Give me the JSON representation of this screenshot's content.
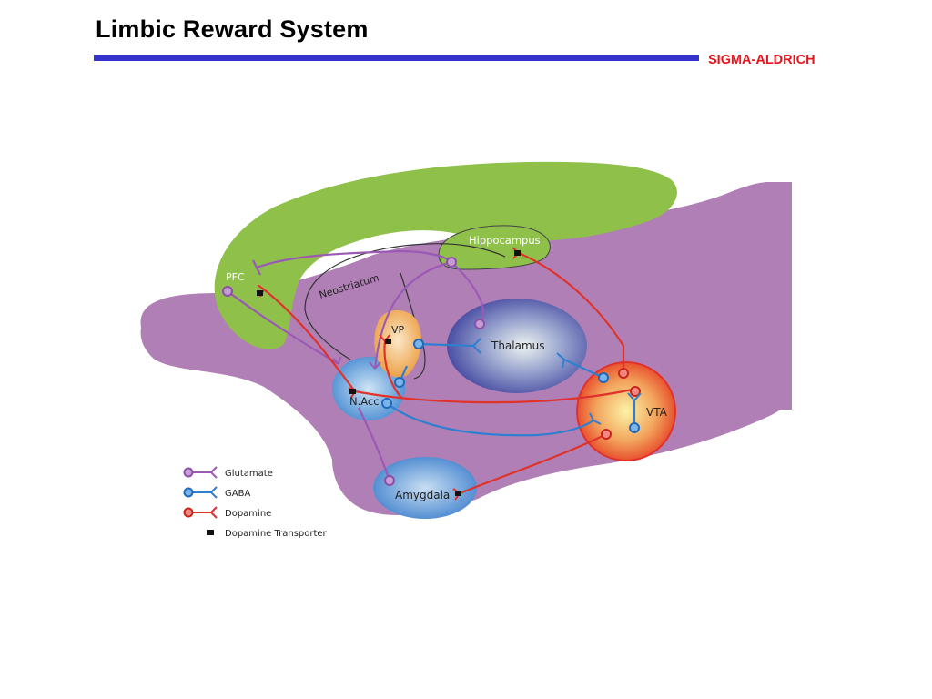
{
  "header": {
    "title": "Limbic Reward System",
    "brand": "SIGMA-ALDRICH"
  },
  "regions": {
    "pfc": "PFC",
    "hippocampus": "Hippocampus",
    "neostriatum": "Neostriatum",
    "vp": "VP",
    "thalamus": "Thalamus",
    "nacc": "N.Acc",
    "vta": "VTA",
    "amygdala": "Amygdala"
  },
  "legend": {
    "items": [
      {
        "label": "Glutamate",
        "color": "#9b59b6"
      },
      {
        "label": "GABA",
        "color": "#2f7fd1"
      },
      {
        "label": "Dopamine",
        "color": "#e0322b"
      },
      {
        "label": "Dopamine Transporter",
        "color": "#111111"
      }
    ]
  },
  "colors": {
    "cortex": "#8fc04a",
    "brain": "#b07fb5",
    "glutamate": "#9b59b6",
    "gaba": "#2f7fd1",
    "dopamine": "#e0322b",
    "title_rule": "#3333cc",
    "brand": "#e8141e"
  }
}
